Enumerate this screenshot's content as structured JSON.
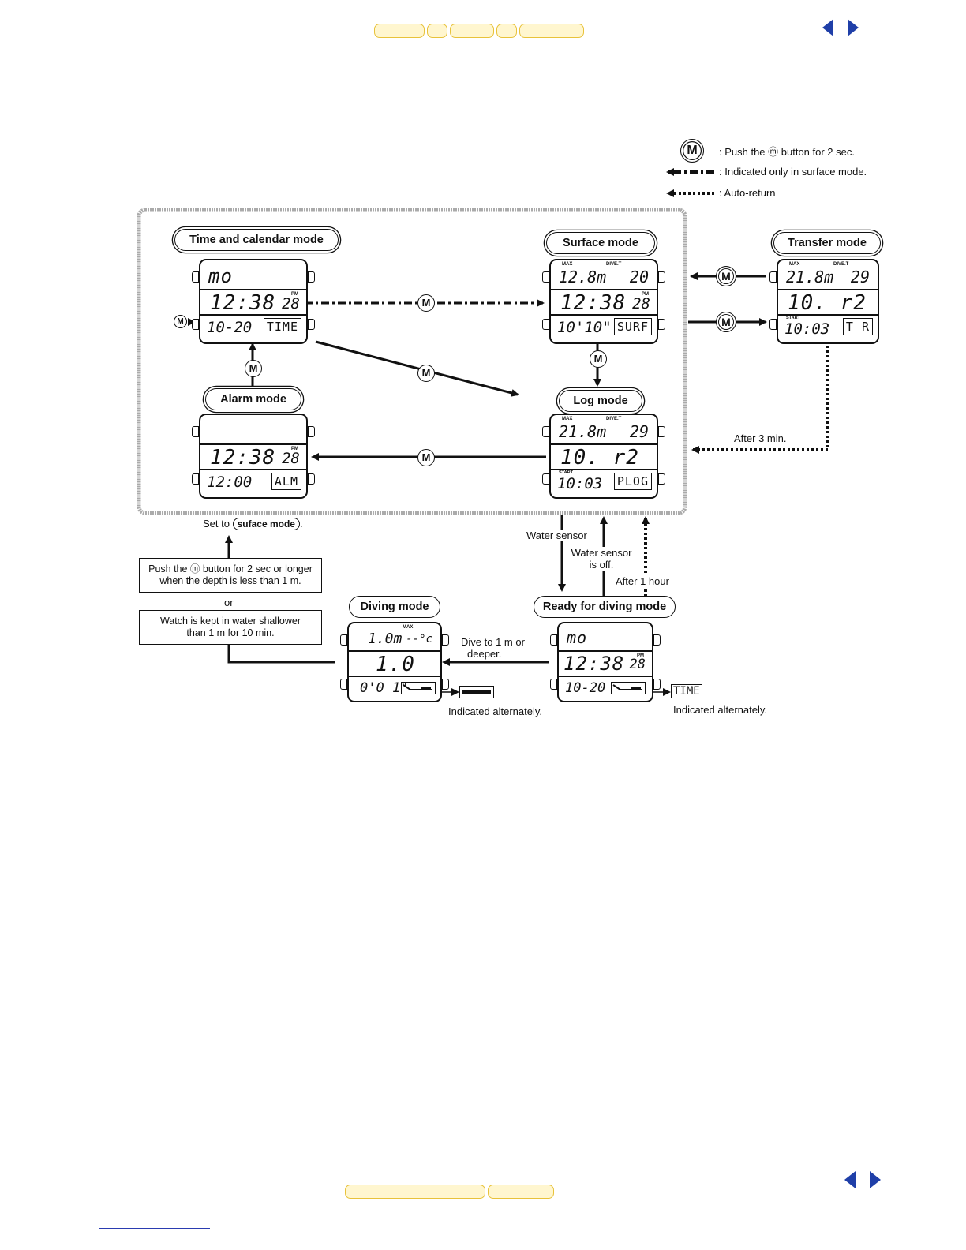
{
  "legend": {
    "push_label": ": Push the ⓜ button for 2 sec.",
    "surface_only_label": ": Indicated only in surface mode.",
    "auto_return_label": ": Auto-return",
    "m_button": "M"
  },
  "modes": {
    "time_calendar": "Time and calendar mode",
    "surface": "Surface mode",
    "transfer": "Transfer mode",
    "alarm": "Alarm mode",
    "log": "Log mode",
    "diving": "Diving mode",
    "ready_diving": "Ready for diving mode"
  },
  "watches": {
    "time": {
      "top": "mo",
      "mid": "12:38",
      "sec": "28",
      "pm": "PM",
      "bot": "10-20",
      "tag": "TIME"
    },
    "surface": {
      "lbl_max": "MAX",
      "lbl_divet": "DIVE.T",
      "top_left": "12.8m",
      "top_right": "20",
      "mid": "12:38",
      "sec": "28",
      "pm": "PM",
      "bot": "10'10\"",
      "tag": "SURF"
    },
    "transfer": {
      "lbl_max": "MAX",
      "lbl_divet": "DIVE.T",
      "top_left": "21.8m",
      "top_right": "29",
      "mid": "10.  r2",
      "bot_lbl": "START",
      "bot": "10:03",
      "tag": "T R"
    },
    "alarm": {
      "mid": "12:38",
      "sec": "28",
      "pm": "PM",
      "bot": "12:00",
      "tag": "ALM"
    },
    "log": {
      "lbl_max": "MAX",
      "lbl_divet": "DIVE.T",
      "top_left": "21.8m",
      "top_right": "29",
      "mid": "10.  r2",
      "bot_lbl": "START",
      "bot": "10:03",
      "tag": "PLOG"
    },
    "diving": {
      "lbl_max": "MAX",
      "top_left": "1.0m",
      "top_right": "--°c",
      "mid": "1.0",
      "bot": "0'0 1\""
    },
    "ready": {
      "top": "mo",
      "mid": "12:38",
      "sec": "28",
      "pm": "PM",
      "bot": "10-20",
      "tag": "TIME"
    }
  },
  "labels": {
    "after_3_min": "After 3 min.",
    "set_to": "Set to",
    "suface_mode": "suface mode",
    "period": ".",
    "push_2sec_line1": "Push the ⓜ button for 2 sec or longer",
    "push_2sec_line2": "when the depth is less than 1 m.",
    "or": "or",
    "kept_line1": "Watch is kept in water shallower",
    "kept_line2": "than 1 m for 10 min.",
    "water_sensor": "Water sensor",
    "water_sensor_off_1": "Water sensor",
    "water_sensor_off_2": "is off.",
    "after_1_hour": "After 1 hour",
    "dive_to_1": "Dive to 1 m or",
    "dive_to_2": "deeper.",
    "indicated_alt_1": "Indicated alternately.",
    "indicated_alt_2": "Indicated alternately.",
    "time_tag": "TIME"
  }
}
